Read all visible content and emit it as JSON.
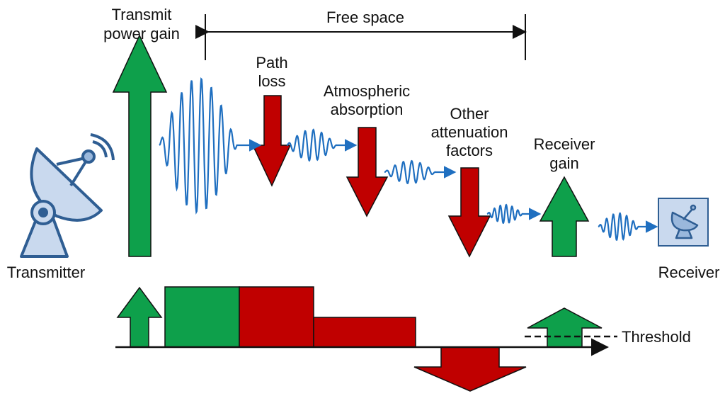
{
  "title_labels": {
    "free_space": "Free space",
    "transmit_gain": [
      "Transmit",
      "power gain"
    ],
    "path_loss": [
      "Path",
      "loss"
    ],
    "atmospheric": [
      "Atmospheric",
      "absorption"
    ],
    "other": [
      "Other",
      "attenuation",
      "factors"
    ],
    "receiver_gain": [
      "Receiver",
      "gain"
    ],
    "transmitter": "Transmitter",
    "receiver": "Receiver",
    "threshold": "Threshold"
  },
  "colors": {
    "gain": "#0ea04b",
    "loss": "#c00000",
    "signal": "#1f6fc0",
    "dish": "#c9d9ee"
  }
}
